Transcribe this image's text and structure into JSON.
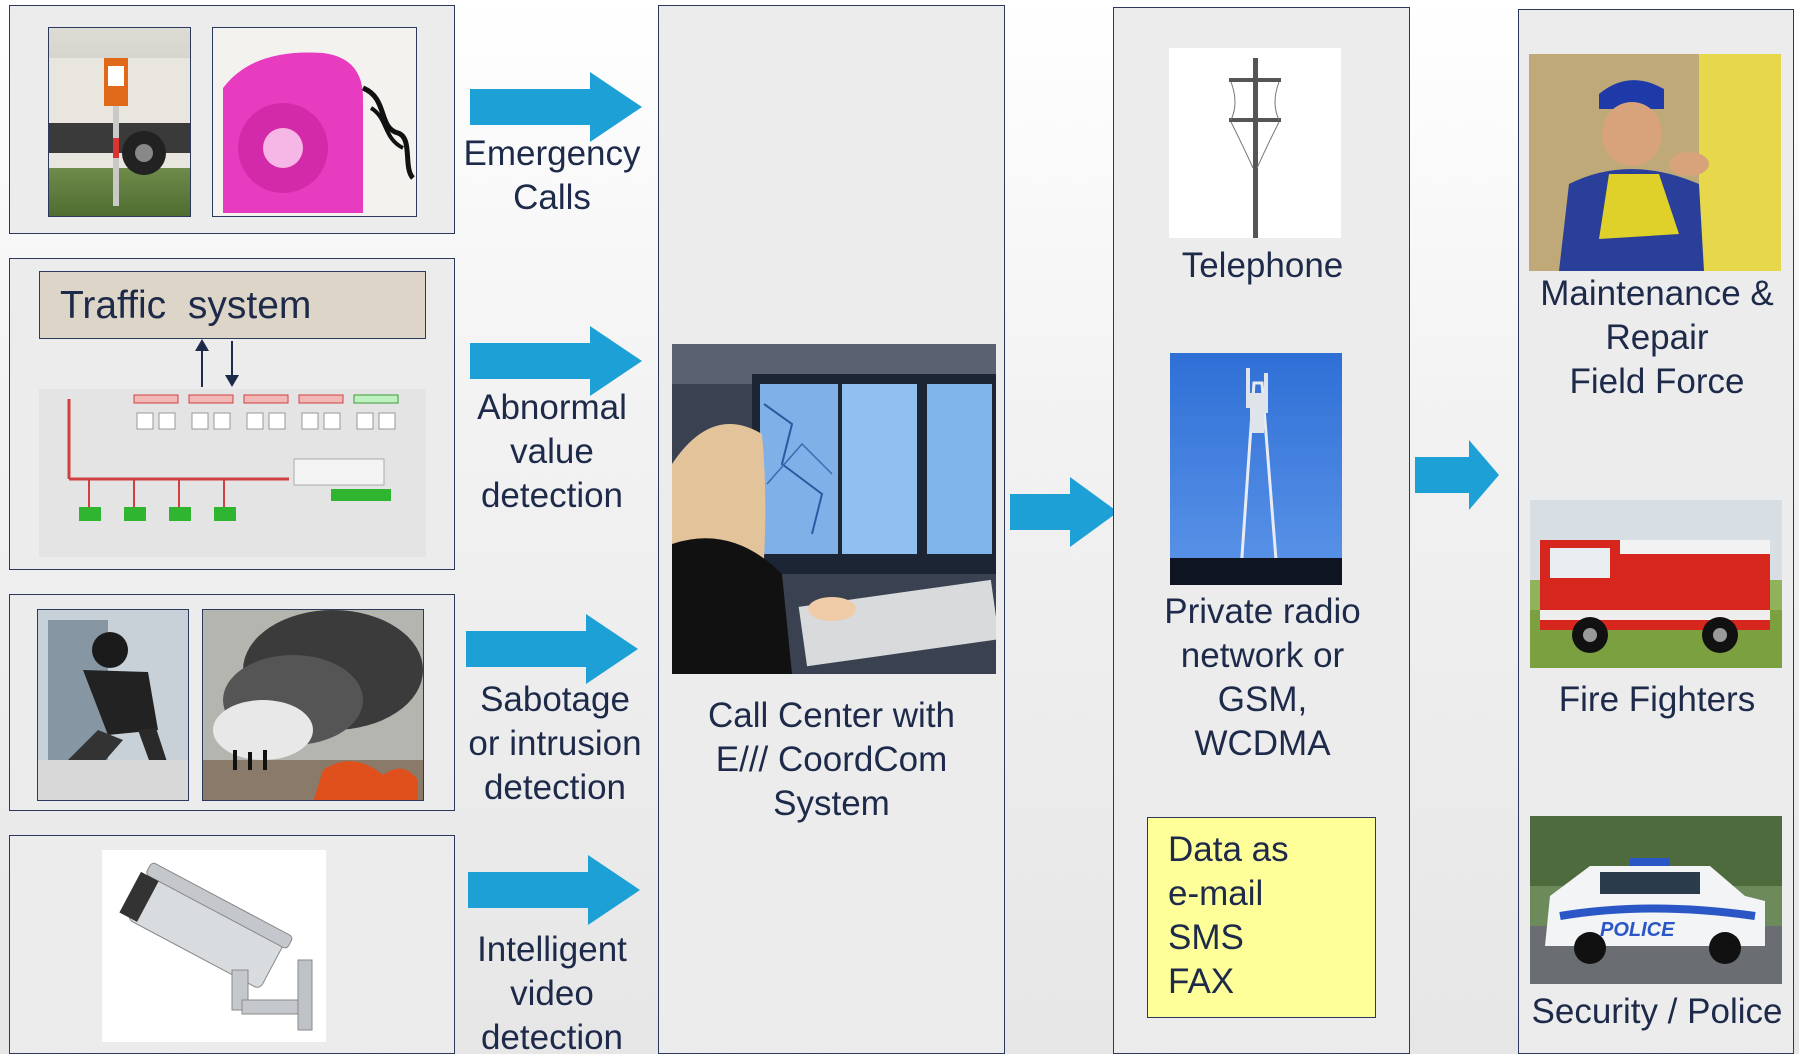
{
  "inputs": {
    "traffic_system_label": "Traffic  system"
  },
  "arrow_labels": {
    "emergency_calls": [
      "Emergency",
      "Calls"
    ],
    "abnormal_value": [
      "Abnormal",
      "value",
      "detection"
    ],
    "sabotage": [
      "Sabotage",
      "or intrusion",
      "detection"
    ],
    "intelligent_video": [
      "Intelligent",
      "video",
      "detection"
    ]
  },
  "call_center": {
    "label": [
      "Call Center with",
      "E/// CoordCom",
      "System"
    ]
  },
  "channels": {
    "telephone": "Telephone",
    "radio": [
      "Private radio",
      "network or",
      "GSM,",
      "WCDMA"
    ],
    "data_note": [
      "Data as",
      "e-mail",
      "SMS",
      "FAX"
    ]
  },
  "responders": {
    "maintenance": [
      "Maintenance &",
      "Repair",
      "Field Force"
    ],
    "fire": "Fire Fighters",
    "police": "Security / Police",
    "police_car_text": "POLICE"
  },
  "colors": {
    "arrow": "#1da0d6",
    "box_border": "#2b3a5c",
    "box_fill": "#ececec",
    "note_fill": "#ffff99",
    "text": "#1e2a4a"
  }
}
